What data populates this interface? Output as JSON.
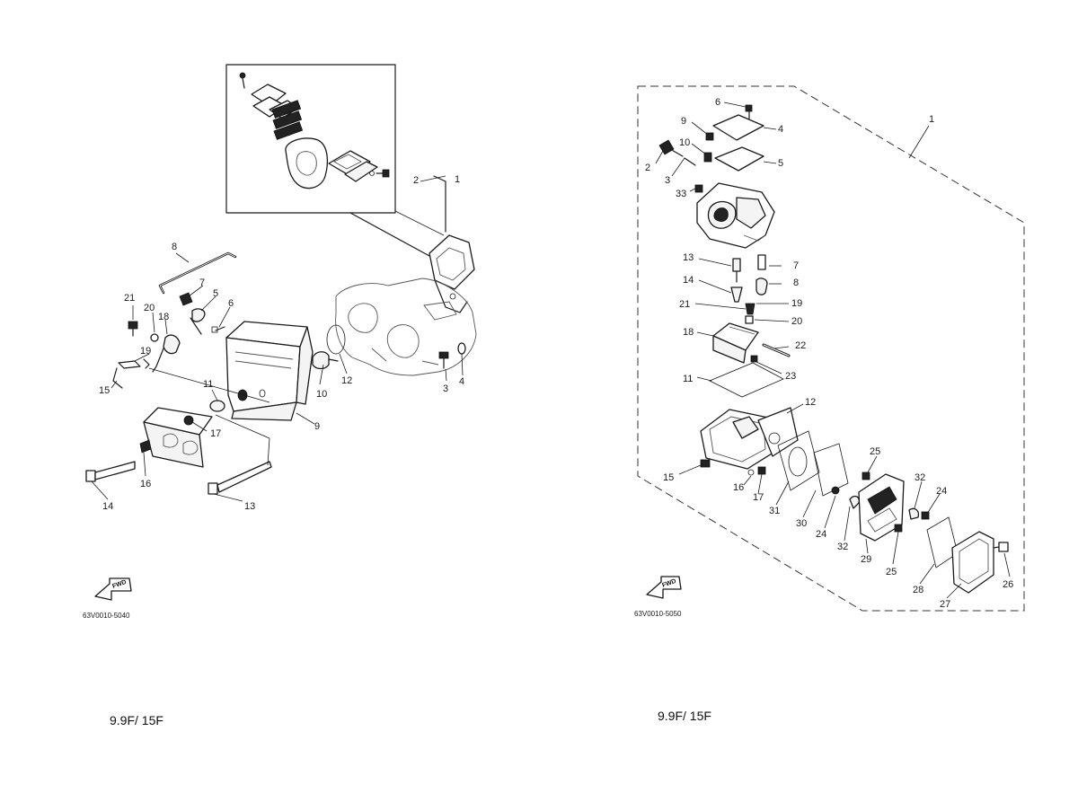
{
  "left_page": {
    "callouts": [
      "1",
      "2",
      "3",
      "4",
      "5",
      "6",
      "7",
      "8",
      "9",
      "10",
      "11",
      "12",
      "13",
      "14",
      "15",
      "16",
      "17",
      "18",
      "19",
      "20",
      "21"
    ],
    "fwd_label": "FWD",
    "drawing_code": "63V0010-5040",
    "model": "9.9F/ 15F"
  },
  "right_page": {
    "callouts": [
      "1",
      "2",
      "3",
      "4",
      "5",
      "6",
      "7",
      "8",
      "9",
      "10",
      "11",
      "12",
      "13",
      "14",
      "15",
      "16",
      "17",
      "18",
      "19",
      "20",
      "21",
      "22",
      "23",
      "24",
      "24",
      "25",
      "25",
      "26",
      "27",
      "28",
      "29",
      "30",
      "31",
      "32",
      "32",
      "33"
    ],
    "fwd_label": "FWD",
    "drawing_code": "63V0010-5050",
    "model": "9.9F/ 15F"
  }
}
